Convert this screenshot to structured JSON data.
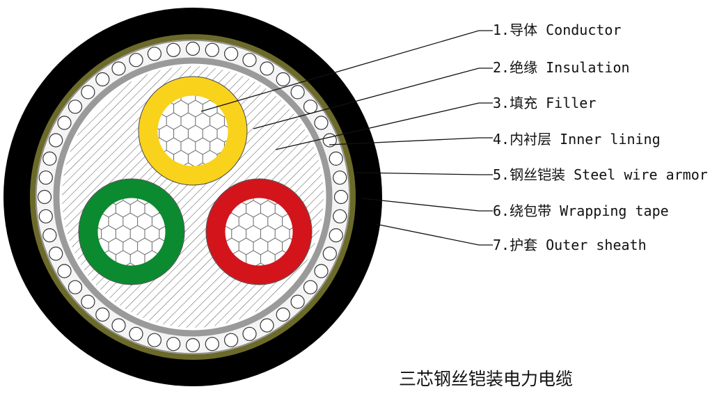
{
  "diagram": {
    "labels": [
      {
        "number": "1.",
        "text": "导体 Conductor"
      },
      {
        "number": "2.",
        "text": "绝缘 Insulation"
      },
      {
        "number": "3.",
        "text": "填充 Filler"
      },
      {
        "number": "4.",
        "text": "内衬层 Inner lining"
      },
      {
        "number": "5.",
        "text": "钢丝铠装 Steel wire armor"
      },
      {
        "number": "6.",
        "text": "绕包带 Wrapping tape"
      },
      {
        "number": "7.",
        "text": "护套 Outer sheath"
      }
    ],
    "caption": "三芯钢丝铠装电力电缆",
    "colors": {
      "outer_sheath": "#000000",
      "wrapping_tape": "#6b6a2a",
      "armor_wire": "#ffffff",
      "inner_lining": "#9a9a9a",
      "core_yellow": "#f9d21c",
      "core_green": "#0b8a30",
      "core_red": "#d3141b"
    }
  }
}
